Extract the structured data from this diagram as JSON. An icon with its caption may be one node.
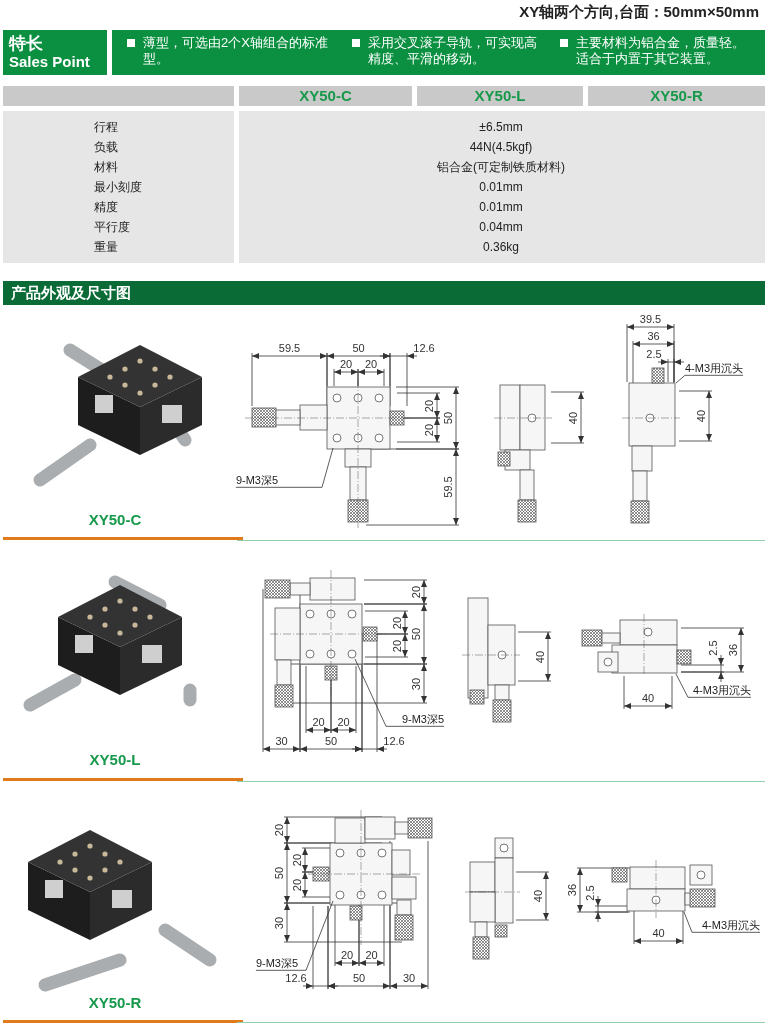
{
  "diagram": {
    "title": "XY轴两个方向,台面：50mm×50mm",
    "nodes": [
      {
        "text": [
          "特长",
          "Sales Point"
        ]
      },
      {
        "text": [
          "薄型，可选由2个X轴组合的标准型。",
          "采用交叉滚子导轨，可实现高精度、平滑的移动。",
          "主要材料为铝合金，质量轻。适合于内置于其它装置。"
        ]
      },
      {
        "text": [
          "产品外观及尺寸图"
        ]
      },
      {
        "text": [
          "9-M3深5"
        ]
      },
      {
        "text": [
          "4-M3用沉头"
        ]
      },
      {
        "text": [
          "9-M3深5"
        ]
      },
      {
        "text": [
          "4-M3用沉头"
        ]
      },
      {
        "text": [
          "9-M3深5"
        ]
      },
      {
        "text": [
          "4-M3用沉头"
        ]
      }
    ],
    "edges": [
      {
        "from": 3,
        "to": null,
        "arrow": "none"
      },
      {
        "from": 4,
        "to": null,
        "arrow": "none"
      },
      {
        "from": 5,
        "to": null,
        "arrow": "none"
      },
      {
        "from": 6,
        "to": null,
        "arrow": "none"
      },
      {
        "from": 7,
        "to": null,
        "arrow": "none"
      },
      {
        "from": 8,
        "to": null,
        "arrow": "none"
      }
    ],
    "labels": [
      "XY50-C",
      "XY50-L",
      "XY50-R",
      "行程",
      "±6.5mm",
      "负载",
      "44N(4.5kgf)",
      "材料",
      "铝合金(可定制铁质材料)",
      "最小刻度",
      "0.01mm",
      "精度",
      "0.01mm",
      "平行度",
      "0.04mm",
      "重量",
      "0.36kg",
      "XY50-C",
      "59.5",
      "50",
      "12.6",
      "20",
      "20",
      "20",
      "20",
      "50",
      "59.5",
      "40",
      "39.5",
      "36",
      "2.5",
      "40",
      "XY50-L",
      "20",
      "20",
      "50",
      "20",
      "30",
      "20",
      "20",
      "30",
      "50",
      "12.6",
      "40",
      "36",
      "2.5",
      "40",
      "XY50-R",
      "20",
      "20",
      "50",
      "20",
      "30",
      "20",
      "20",
      "12.6",
      "50",
      "30",
      "40",
      "36",
      "2.5",
      "40"
    ]
  }
}
